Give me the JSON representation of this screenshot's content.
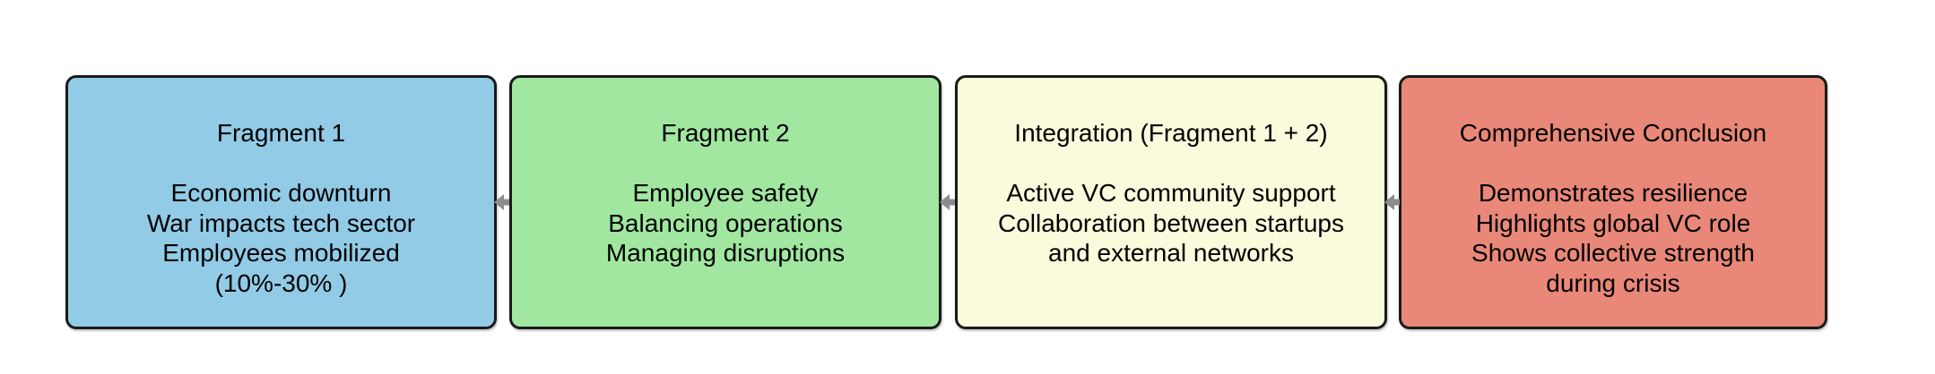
{
  "diagram": {
    "background_color": "#ffffff",
    "node_border_color": "#1a1a1a",
    "arrow_color": "#8c8c8c",
    "boxes": [
      {
        "id": "fragment-1",
        "title": "Fragment 1",
        "lines": [
          "Economic downturn",
          "War impacts tech sector",
          "Employees mobilized",
          "(10%-30% )"
        ],
        "fill": "#92cbe6"
      },
      {
        "id": "fragment-2",
        "title": "Fragment 2",
        "lines": [
          "Employee safety",
          "Balancing operations",
          "Managing disruptions"
        ],
        "fill": "#a1e7a0"
      },
      {
        "id": "integration",
        "title": "Integration (Fragment 1 + 2)",
        "lines": [
          "Active VC community support",
          "Collaboration between startups",
          "and external networks"
        ],
        "fill": "#fafadc"
      },
      {
        "id": "comprehensive-conclusion",
        "title": "Comprehensive Conclusion",
        "lines": [
          "Demonstrates resilience",
          "Highlights global VC role",
          "Shows collective strength",
          "during crisis"
        ],
        "fill": "#e98878"
      }
    ],
    "connectors": [
      {
        "between": [
          "fragment-2",
          "fragment-1"
        ],
        "direction": "left"
      },
      {
        "between": [
          "integration",
          "fragment-2"
        ],
        "direction": "left"
      },
      {
        "between": [
          "comprehensive-conclusion",
          "integration"
        ],
        "direction": "left"
      }
    ]
  }
}
